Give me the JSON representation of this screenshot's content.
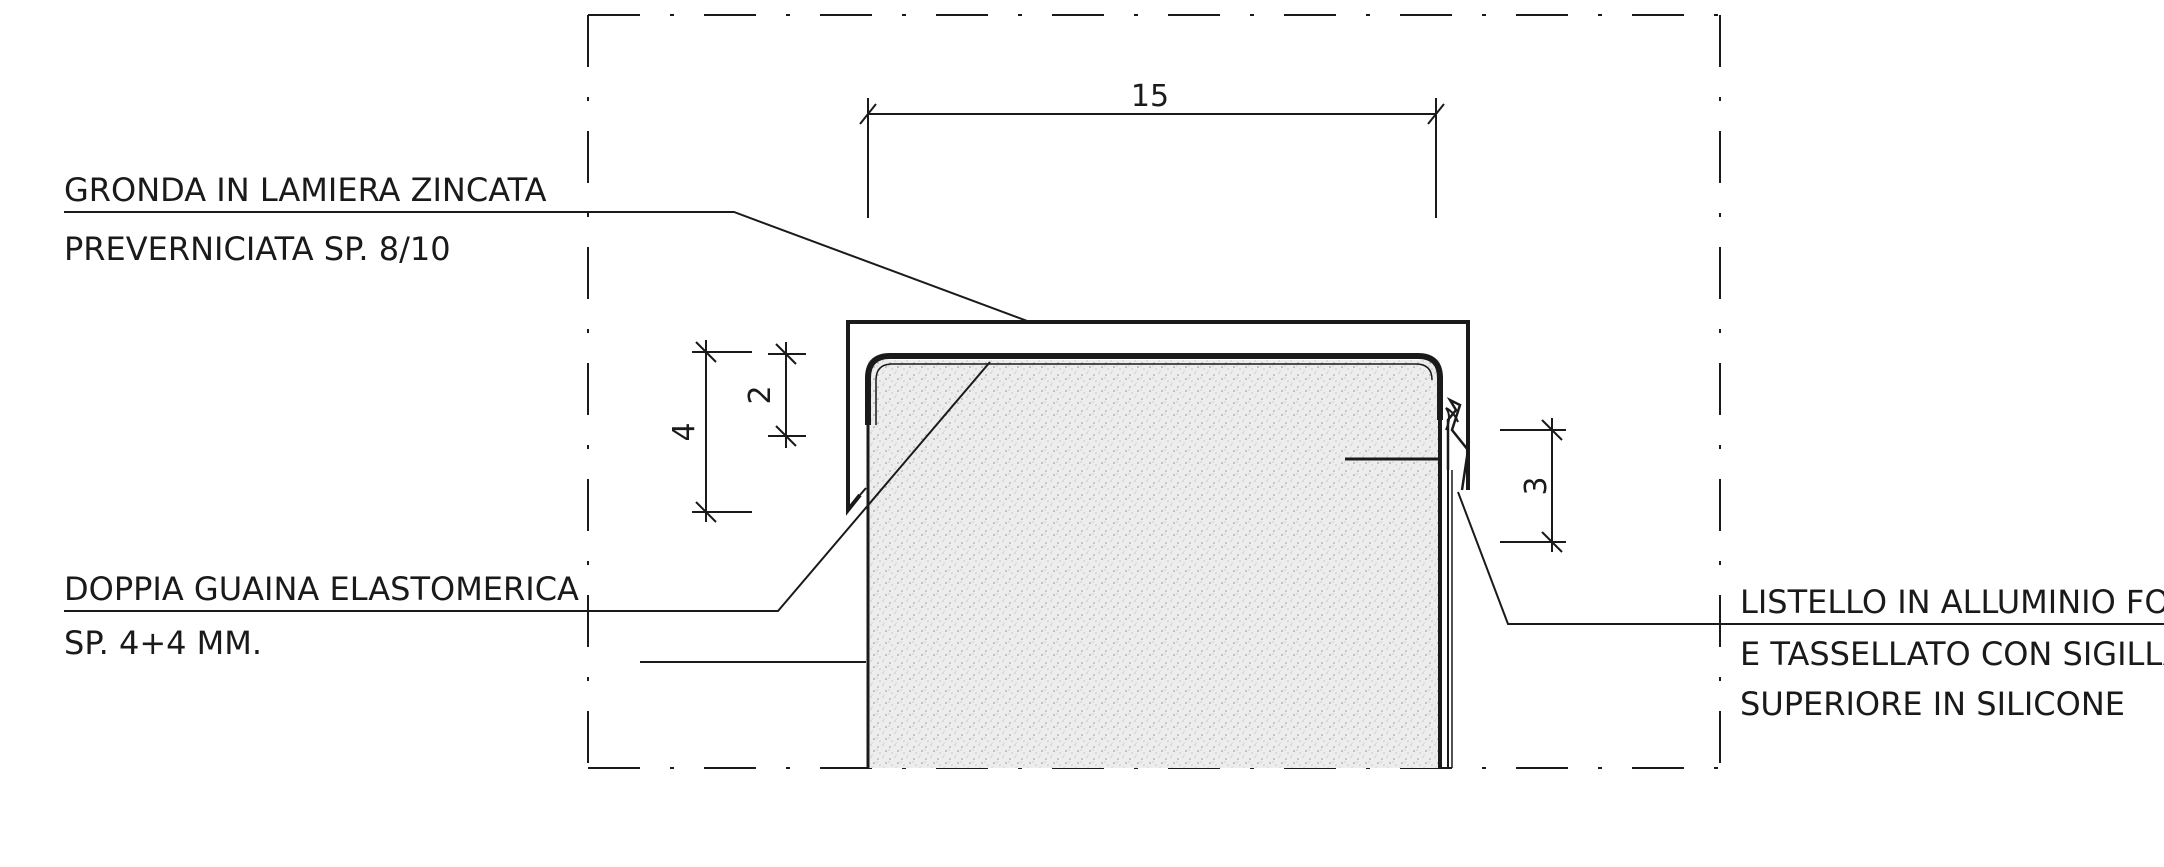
{
  "colors": {
    "ink": "#1a1a1a",
    "fill_texture": "#e4e4e4",
    "background": "#ffffff"
  },
  "labels": {
    "gronda_line1": "GRONDA IN LAMIERA ZINCATA",
    "gronda_line2": "PREVERNICIATA SP. 8/10",
    "guaina_line1": "DOPPIA GUAINA ELASTOMERICA",
    "guaina_line2": "SP. 4+4 MM.",
    "listello_line1": "LISTELLO IN ALLUMINIO FORATO",
    "listello_line2": "E TASSELLATO CON SIGILLATURA",
    "listello_line3": "SUPERIORE IN SILICONE"
  },
  "dimensions": {
    "width_top": "15",
    "height_left_outer": "4",
    "height_left_inner": "2",
    "height_right": "3"
  }
}
